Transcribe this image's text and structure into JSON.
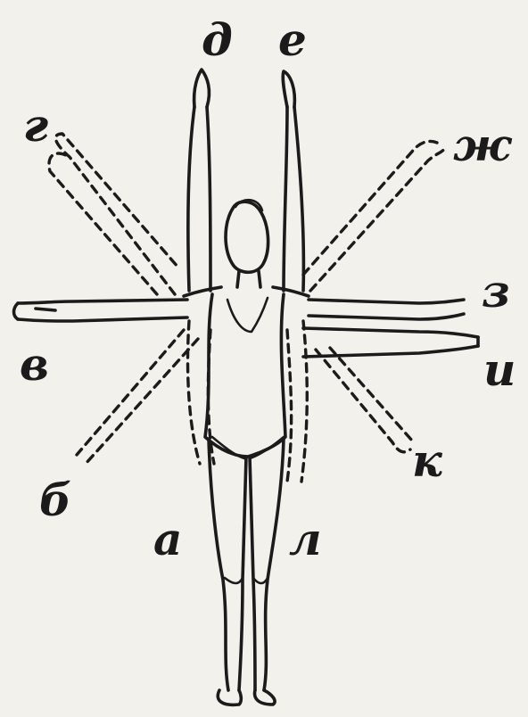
{
  "diagram": {
    "position_labels": {
      "a": "а",
      "b": "б",
      "v": "в",
      "g": "г",
      "d": "д",
      "e": "е",
      "zh": "ж",
      "z": "з",
      "i": "и",
      "k": "к",
      "l": "л"
    }
  }
}
